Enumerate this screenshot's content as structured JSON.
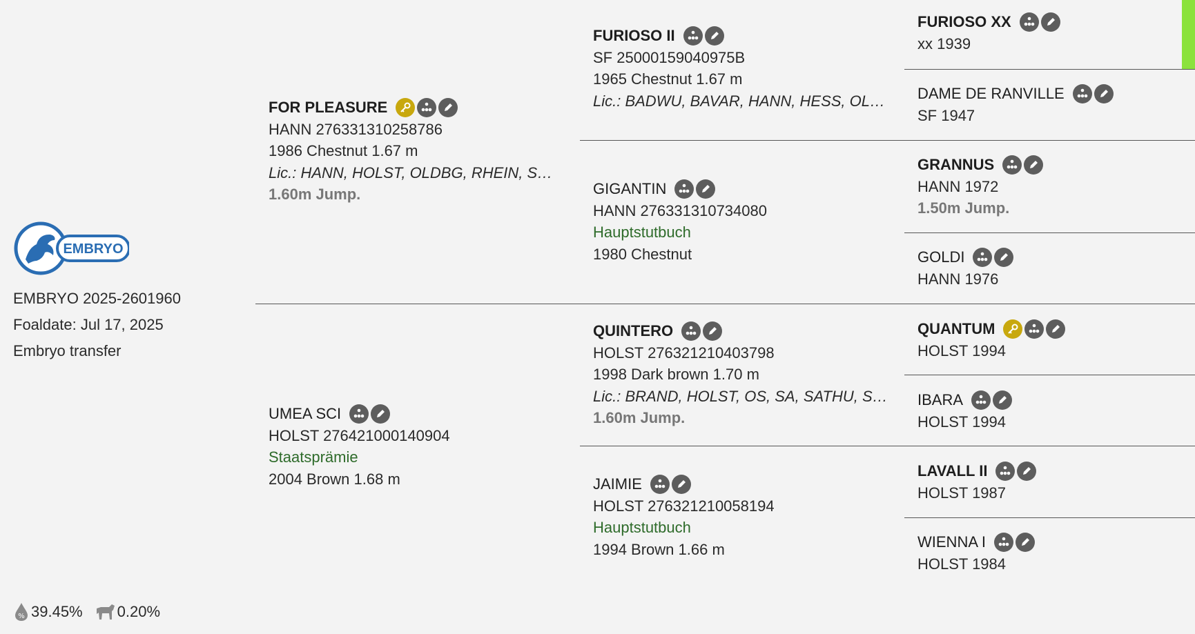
{
  "subject": {
    "logo_text": "EMBRYO",
    "id_line": "EMBRYO 2025-2601960",
    "foaldate": "Foaldate: Jul 17, 2025",
    "note": "Embryo transfer"
  },
  "stats": {
    "inbreeding": "39.45%",
    "second": "0.20%"
  },
  "colors": {
    "accent_green": "#8be23c",
    "gold_icon": "#c8a80e",
    "gray_icon": "#5d5d5d",
    "text_green": "#2e6b2a"
  },
  "icons": {
    "key": "key-icon",
    "pedigree": "pedigree-icon",
    "edit": "pencil-icon"
  },
  "horses": {
    "sire": {
      "name": "FOR PLEASURE",
      "reg": "HANN 276331310258786",
      "info": "1986 Chestnut 1.67 m",
      "lic": "Lic.: HANN, HOLST, OLDBG, RHEIN, SBS, SF, ...",
      "perf": "1.60m Jump."
    },
    "dam": {
      "name": "UMEA SCI",
      "reg": "HOLST 276421000140904",
      "title": "Staatsprämie",
      "info": "2004 Brown 1.68 m"
    },
    "ss": {
      "name": "FURIOSO II",
      "reg": "SF 25000159040975B",
      "info": "1965 Chestnut 1.67 m",
      "lic": "Lic.: BADWU, BAVAR, HANN, HESS, OLDBG, R..."
    },
    "sd": {
      "name": "GIGANTIN",
      "reg": "HANN 276331310734080",
      "title": "Hauptstutbuch",
      "info": "1980 Chestnut"
    },
    "ds": {
      "name": "QUINTERO",
      "reg": "HOLST 276321210403798",
      "info": "1998 Dark brown 1.70 m",
      "lic": "Lic.: BRAND, HOLST, OS, SA, SATHU, SF, ZANG",
      "perf": "1.60m Jump."
    },
    "dd": {
      "name": "JAIMIE",
      "reg": "HOLST 276321210058194",
      "title": "Hauptstutbuch",
      "info": "1994 Brown 1.66 m"
    },
    "sss": {
      "name": "FURIOSO XX",
      "info": "xx 1939"
    },
    "ssd": {
      "name": "DAME DE RANVILLE",
      "info": "SF 1947"
    },
    "sds": {
      "name": "GRANNUS",
      "info": "HANN 1972",
      "perf": "1.50m Jump."
    },
    "sdd": {
      "name": "GOLDI",
      "info": "HANN 1976"
    },
    "dss": {
      "name": "QUANTUM",
      "info": "HOLST 1994"
    },
    "dsd": {
      "name": "IBARA",
      "info": "HOLST 1994"
    },
    "dds": {
      "name": "LAVALL II",
      "info": "HOLST 1987"
    },
    "ddd": {
      "name": "WIENNA I",
      "info": "HOLST 1984"
    }
  }
}
